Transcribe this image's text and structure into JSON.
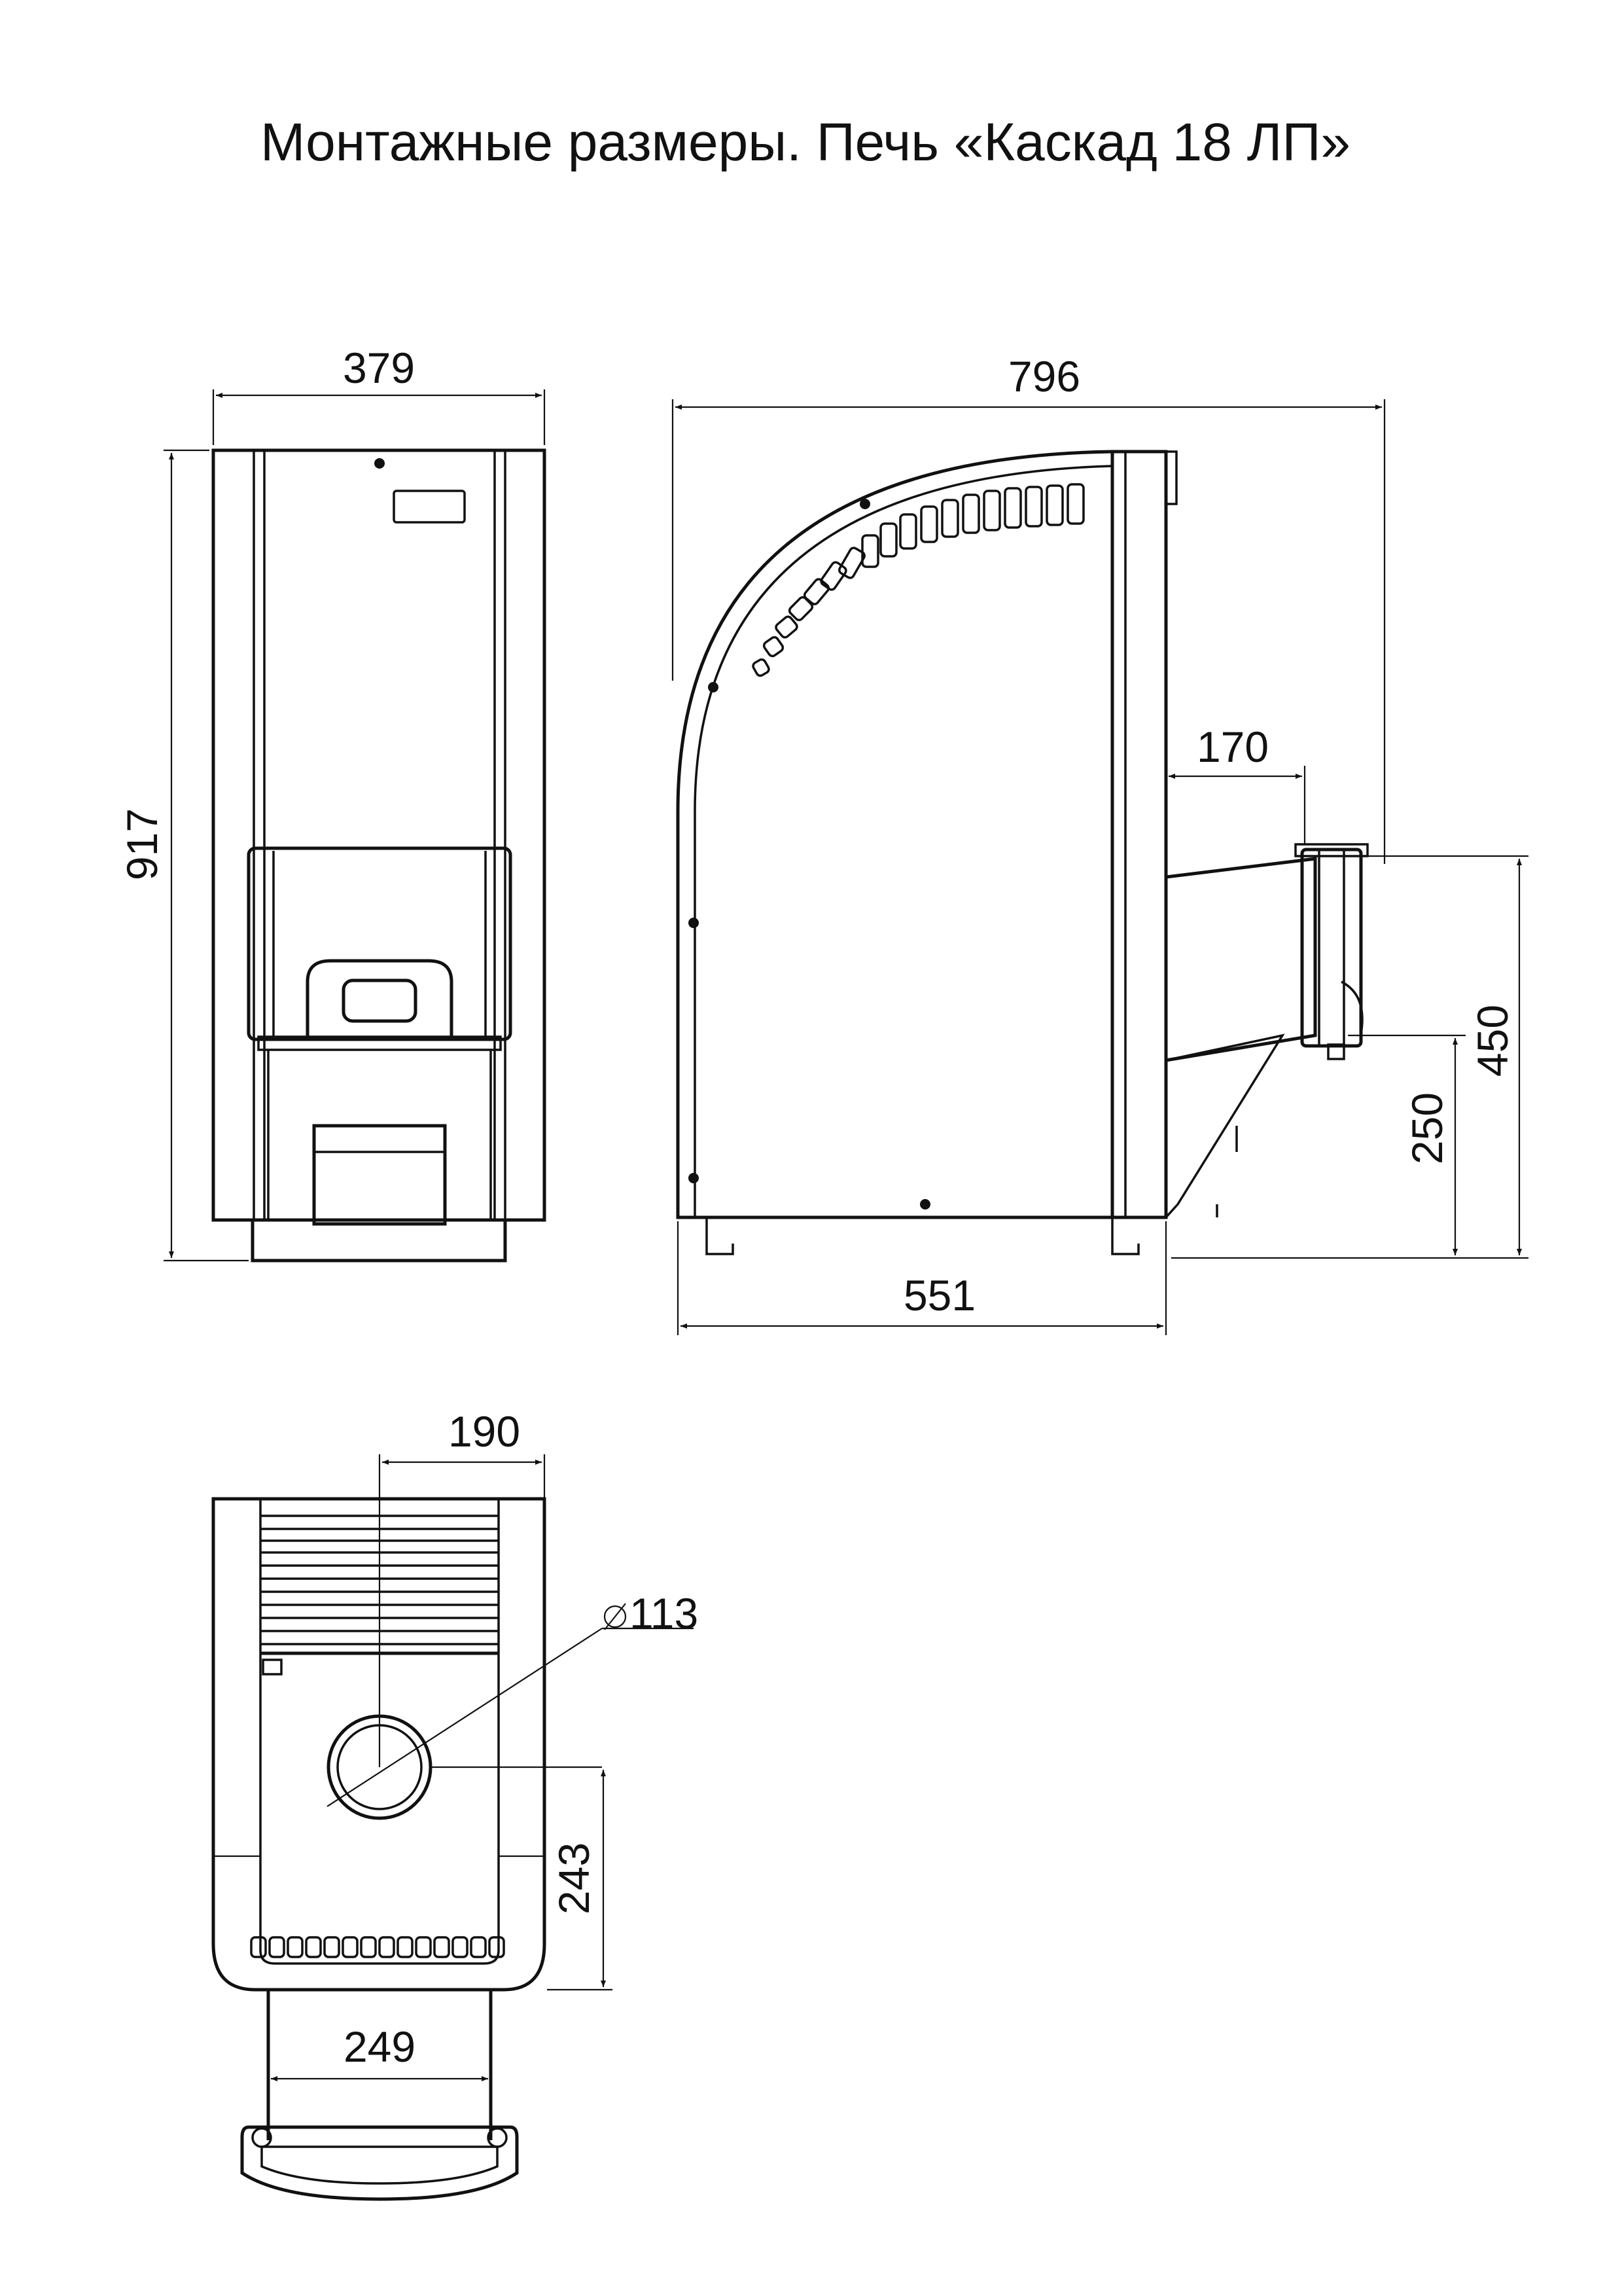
{
  "title": "Монтажные размеры. Печь «Каскад 18 ЛП»",
  "front_view": {
    "width": "379",
    "height": "917"
  },
  "side_view": {
    "total_depth": "796",
    "body_depth": "551",
    "chimney_offset": "170",
    "outlet_height": "450",
    "lower_height": "250"
  },
  "top_view": {
    "flue_offset_x": "190",
    "flue_diameter": "113",
    "flue_offset_y": "243",
    "tunnel_width": "249"
  }
}
